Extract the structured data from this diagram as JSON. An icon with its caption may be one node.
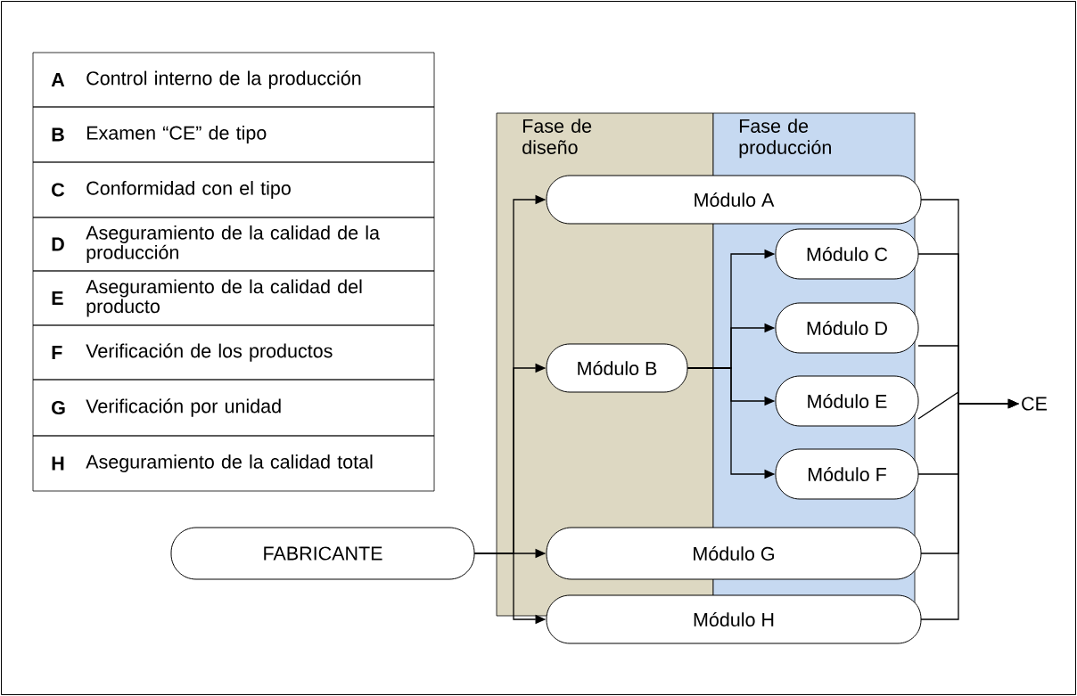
{
  "diagram": {
    "nodes": [
      {
        "text": [
          "Fase de diseño"
        ]
      },
      {
        "text": [
          "Fase de producción"
        ]
      },
      {
        "text": [
          "FABRICANTE"
        ]
      },
      {
        "text": [
          "Módulo A"
        ]
      },
      {
        "text": [
          "Módulo B"
        ],
        "in": 0
      },
      {
        "text": [
          "Módulo C"
        ],
        "in": 1
      },
      {
        "text": [
          "Módulo D"
        ],
        "in": 1
      },
      {
        "text": [
          "Módulo E"
        ],
        "in": 1
      },
      {
        "text": [
          "Módulo F"
        ],
        "in": 1
      },
      {
        "text": [
          "Módulo G"
        ]
      },
      {
        "text": [
          "Módulo H"
        ]
      },
      {
        "text": [
          "CE"
        ]
      }
    ],
    "edges": [
      {
        "from": 2,
        "to": 3,
        "arrow": "to"
      },
      {
        "from": 2,
        "to": 4,
        "arrow": "to"
      },
      {
        "from": 2,
        "to": 9,
        "arrow": "to"
      },
      {
        "from": 2,
        "to": 10,
        "arrow": "to"
      },
      {
        "from": 4,
        "to": 5,
        "arrow": "to"
      },
      {
        "from": 4,
        "to": 6,
        "arrow": "to"
      },
      {
        "from": 4,
        "to": 7,
        "arrow": "to"
      },
      {
        "from": 4,
        "to": 8,
        "arrow": "to"
      },
      {
        "from": 3,
        "to": 11,
        "arrow": "to"
      },
      {
        "from": 5,
        "to": 11,
        "arrow": "to"
      },
      {
        "from": 6,
        "to": 11,
        "arrow": "to"
      },
      {
        "from": 7,
        "to": 11,
        "arrow": "to"
      },
      {
        "from": 8,
        "to": 11,
        "arrow": "to"
      },
      {
        "from": 9,
        "to": 11,
        "arrow": "to"
      },
      {
        "from": 10,
        "to": 11,
        "arrow": "to"
      }
    ],
    "labels": [
      "A",
      "Control interno de la producción",
      "B",
      "Examen “CE” de tipo",
      "C",
      "Conformidad con el tipo",
      "D",
      "Aseguramiento de la calidad de la producción",
      "E",
      "Aseguramiento de la calidad del producto",
      "F",
      "Verificación de los productos",
      "G",
      "Verificación por unidad",
      "H",
      "Aseguramiento de la calidad total"
    ]
  }
}
